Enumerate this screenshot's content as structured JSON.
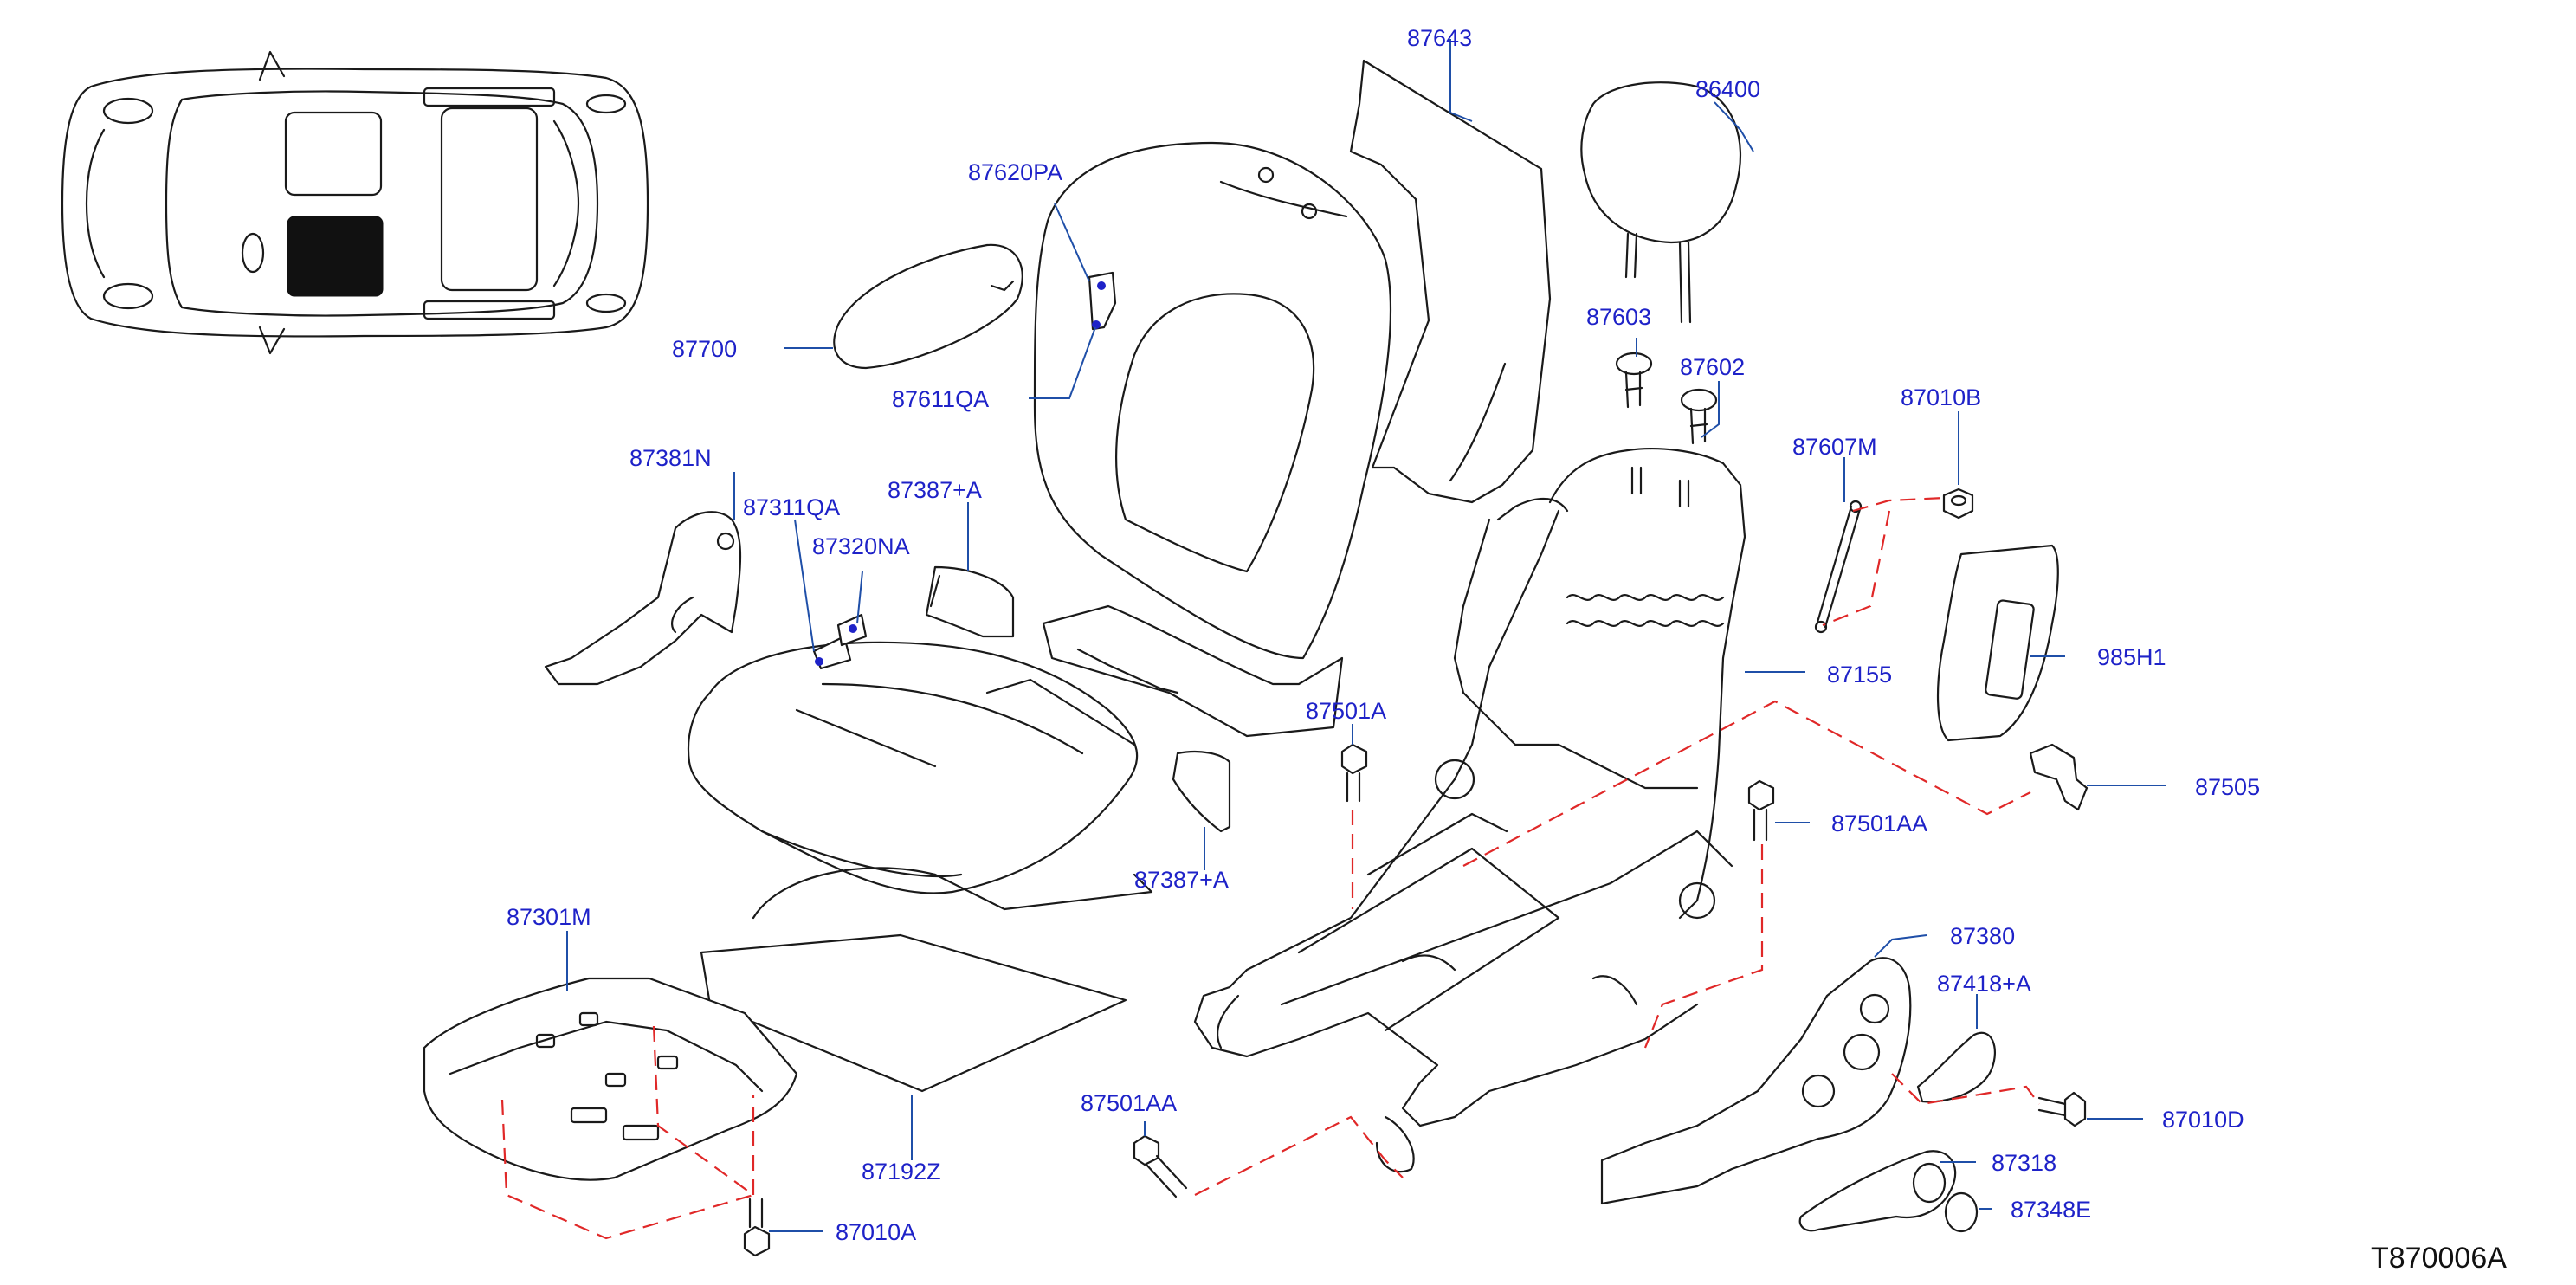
{
  "diagram_id": "T870006A",
  "callouts": {
    "c87643": "87643",
    "c86400": "86400",
    "c87620PA": "87620PA",
    "c87700": "87700",
    "c87611QA": "87611QA",
    "c87603": "87603",
    "c87602": "87602",
    "c87010B": "87010B",
    "c87381N": "87381N",
    "c87607M": "87607M",
    "c87311QA": "87311QA",
    "c87387A_top": "87387+A",
    "c87320NA": "87320NA",
    "c985H1": "985H1",
    "c87155": "87155",
    "c87501A": "87501A",
    "c87505": "87505",
    "c87387A_bottom": "87387+A",
    "c87501AA_right": "87501AA",
    "c87301M": "87301M",
    "c87380": "87380",
    "c87418A": "87418+A",
    "c87010D": "87010D",
    "c87501AA_bottom": "87501AA",
    "c87318": "87318",
    "c87192Z": "87192Z",
    "c87348E": "87348E",
    "c87010A": "87010A"
  }
}
